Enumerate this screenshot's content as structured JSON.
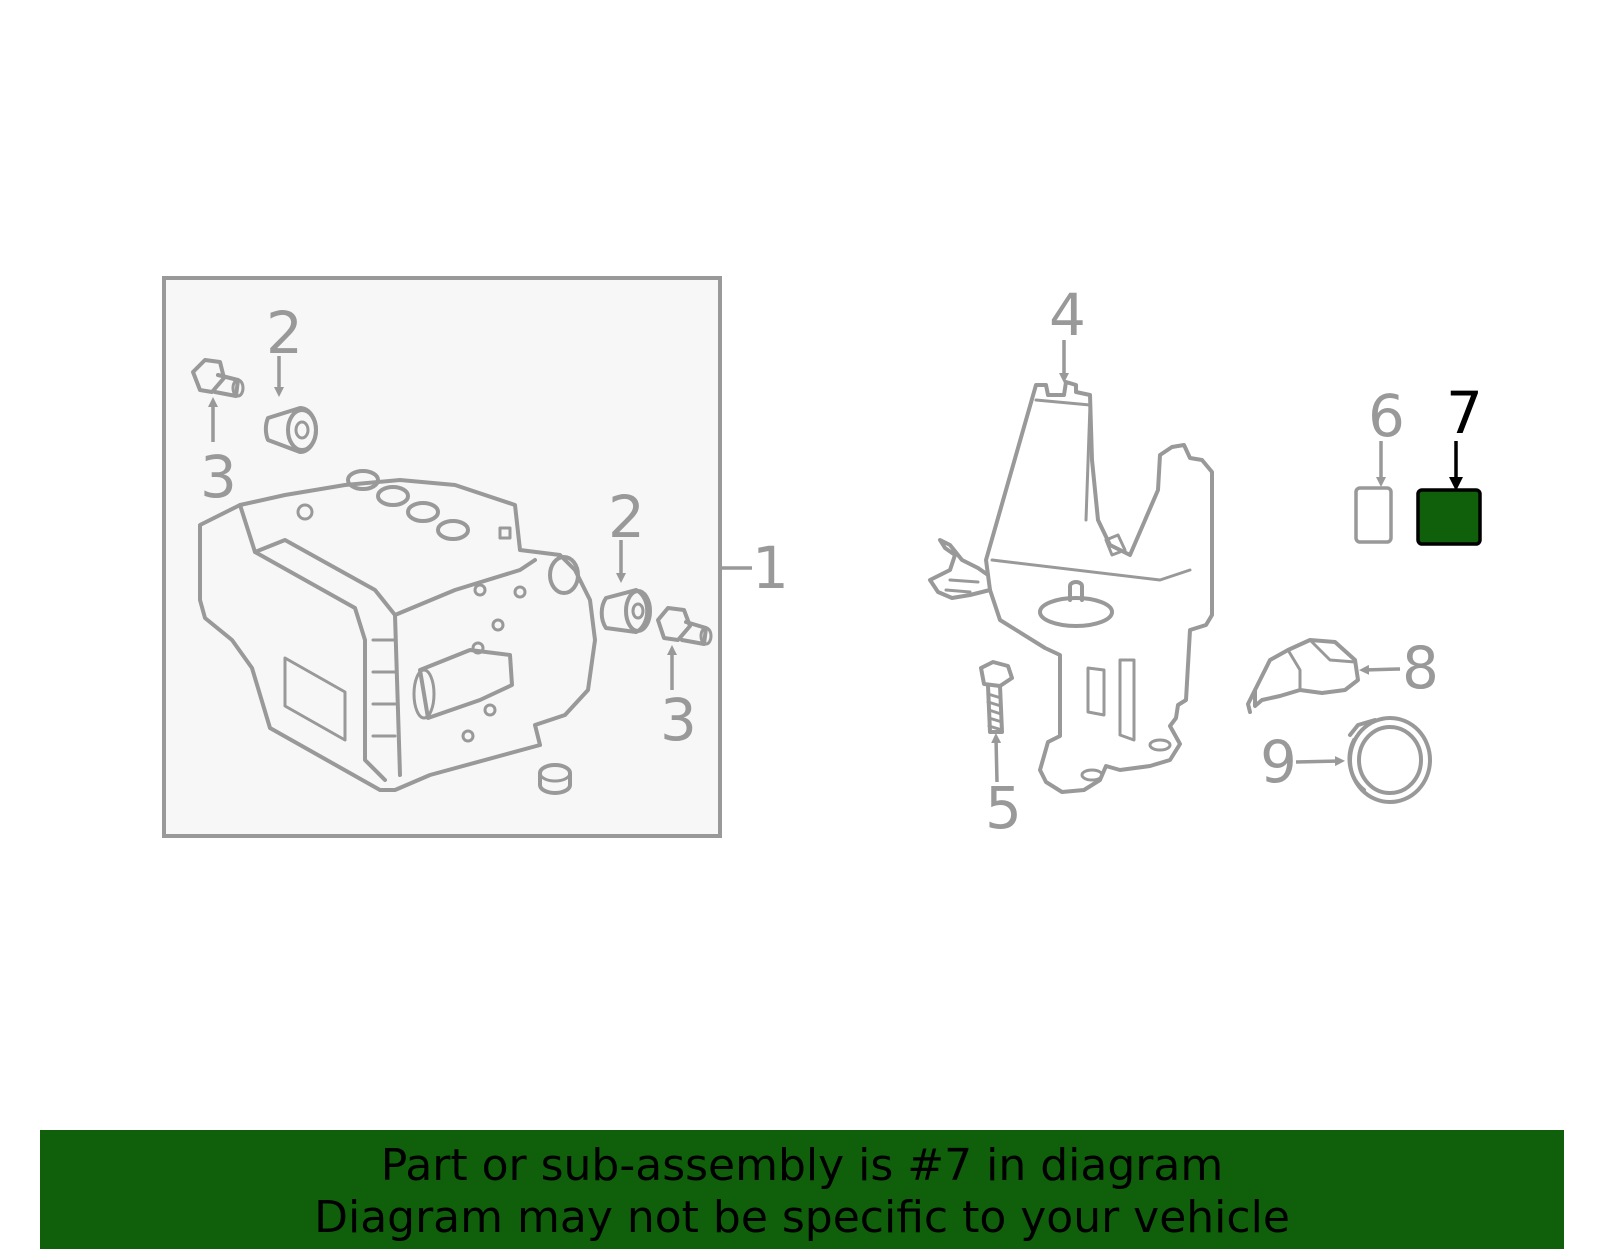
{
  "callouts": {
    "c1": "1",
    "c2a": "2",
    "c2b": "2",
    "c3a": "3",
    "c3b": "3",
    "c4": "4",
    "c5": "5",
    "c6": "6",
    "c7": "7",
    "c8": "8",
    "c9": "9"
  },
  "highlight": {
    "part": "7",
    "color": "#0f5f0b"
  },
  "colors": {
    "line": "#999999",
    "box_fill": "#f7f7f7",
    "banner": "#0f5f0b",
    "highlight_text": "#000000"
  },
  "banner": {
    "line1": "Part or sub-assembly is #7 in diagram",
    "line2": "Diagram may not be specific to your vehicle"
  }
}
